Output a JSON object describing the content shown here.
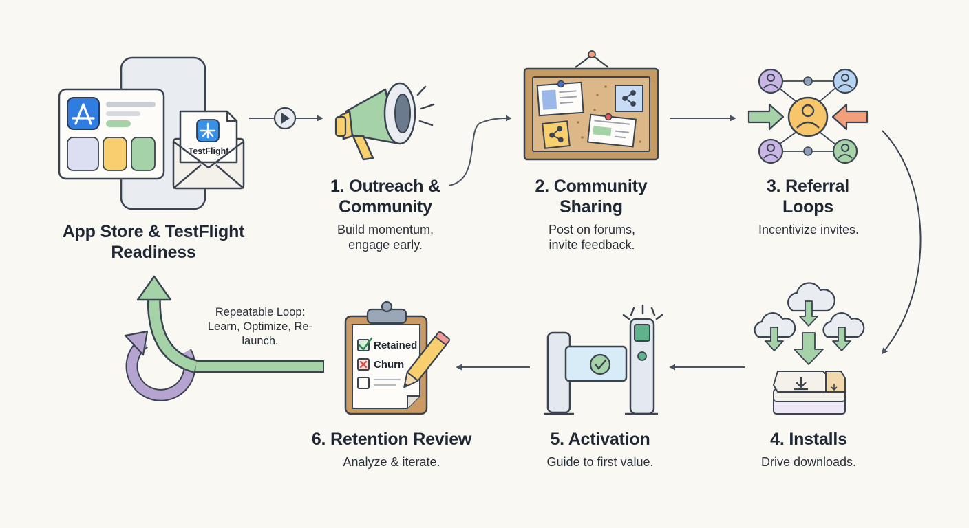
{
  "colors": {
    "ink": "#2f3744",
    "green": "#a6d2a8",
    "purple": "#b5a3d0",
    "orange": "#f2a07b",
    "yellow": "#f7cf6e",
    "blue": "#bcd4f4",
    "cork": "#d3ae7d"
  },
  "start": {
    "title": "App Store & TestFlight Readiness",
    "testflight_label": "TestFlight",
    "icons": [
      "app-store-icon",
      "testflight-icon",
      "envelope-icon",
      "phone-icon"
    ]
  },
  "steps": [
    {
      "title": "1. Outreach & Community",
      "desc": "Build momentum, engage early.",
      "icon": "megaphone-icon"
    },
    {
      "title": "2. Community Sharing",
      "desc": "Post on forums, invite feedback.",
      "icon": "bulletin-board-icon"
    },
    {
      "title": "3. Referral Loops",
      "desc": "Incentivize invites.",
      "icon": "referral-network-icon"
    },
    {
      "title": "4. Installs",
      "desc": "Drive downloads.",
      "icon": "cloud-download-icon"
    },
    {
      "title": "5. Activation",
      "desc": "Guide to first value.",
      "icon": "turnstile-gate-icon"
    },
    {
      "title": "6. Retention Review",
      "desc": "Analyze & iterate.",
      "icon": "clipboard-checklist-icon"
    }
  ],
  "checklist": {
    "retained": "Retained",
    "churn": "Churn"
  },
  "loop": {
    "note": "Repeatable Loop: Learn, Optimize, Re-launch."
  }
}
